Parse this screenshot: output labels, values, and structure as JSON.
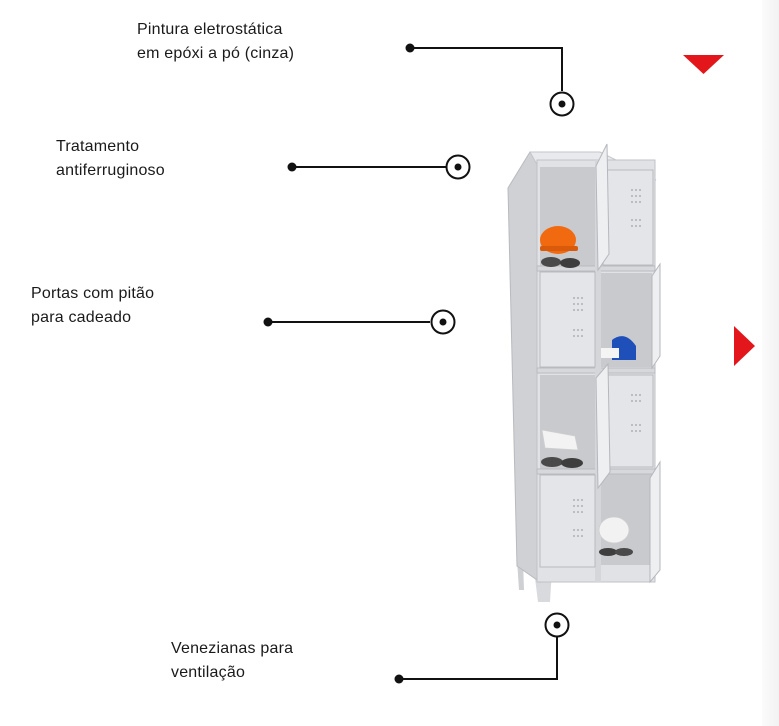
{
  "features": {
    "paint": {
      "line1": "Pintura eletrostática",
      "line2": "em epóxi a pó (cinza)"
    },
    "rust": {
      "line1": "Tratamento",
      "line2": "antiferruginoso"
    },
    "doors": {
      "line1": "Portas com pitão",
      "line2": "para cadeado"
    },
    "vents": {
      "line1": "Venezianas para",
      "line2": "ventilação"
    }
  },
  "colors": {
    "accent": "#e3161b",
    "text": "#1a1a1a",
    "locker": "#e2e3e6"
  },
  "icons": {
    "nav_down": "triangle-down-icon",
    "nav_right": "triangle-right-icon",
    "hotspot": "target-dot-icon"
  },
  "product": {
    "image": "locker-8-doors-image"
  }
}
